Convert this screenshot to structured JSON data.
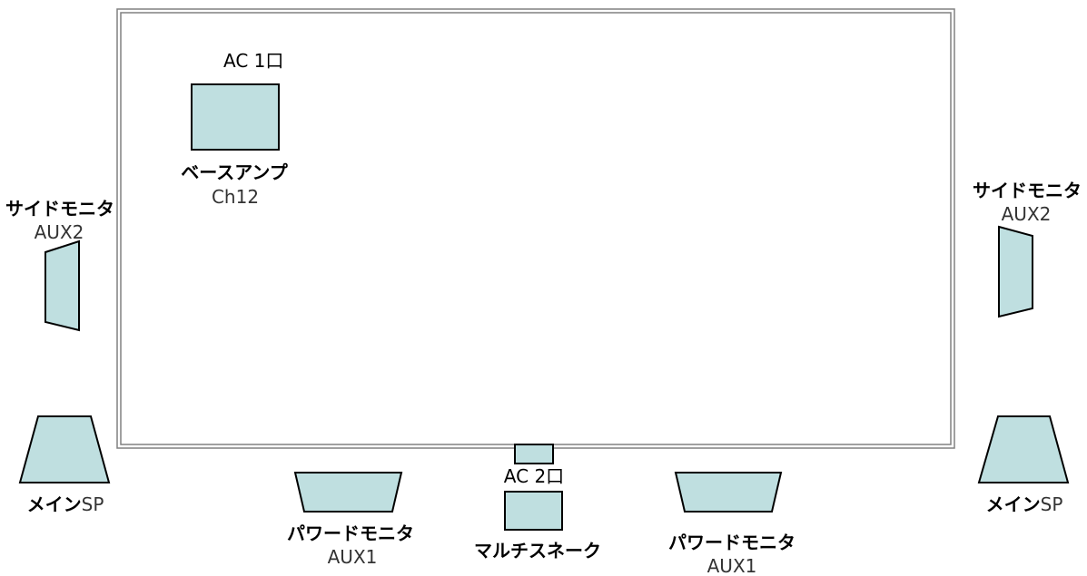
{
  "colors": {
    "fill": "#bfdfe0",
    "stroke": "#000000",
    "stage_border": "#808080"
  },
  "labels": {
    "bass_amp": {
      "outlet": "AC 1口",
      "name": "ベースアンプ",
      "channel": "Ch12"
    },
    "side_monitor_left": {
      "name": "サイドモニタ",
      "aux": "AUX2"
    },
    "side_monitor_right": {
      "name": "サイドモニタ",
      "aux": "AUX2"
    },
    "main_sp_left": {
      "name_bold": "メイン",
      "name_suffix": "SP"
    },
    "main_sp_right": {
      "name_bold": "メイン",
      "name_suffix": "SP"
    },
    "powered_monitor_left": {
      "name": "パワードモニタ",
      "aux": "AUX1"
    },
    "powered_monitor_right": {
      "name": "パワードモニタ",
      "aux": "AUX1"
    },
    "multi_snake": {
      "outlet": "AC 2口",
      "name": "マルチスネーク"
    }
  }
}
